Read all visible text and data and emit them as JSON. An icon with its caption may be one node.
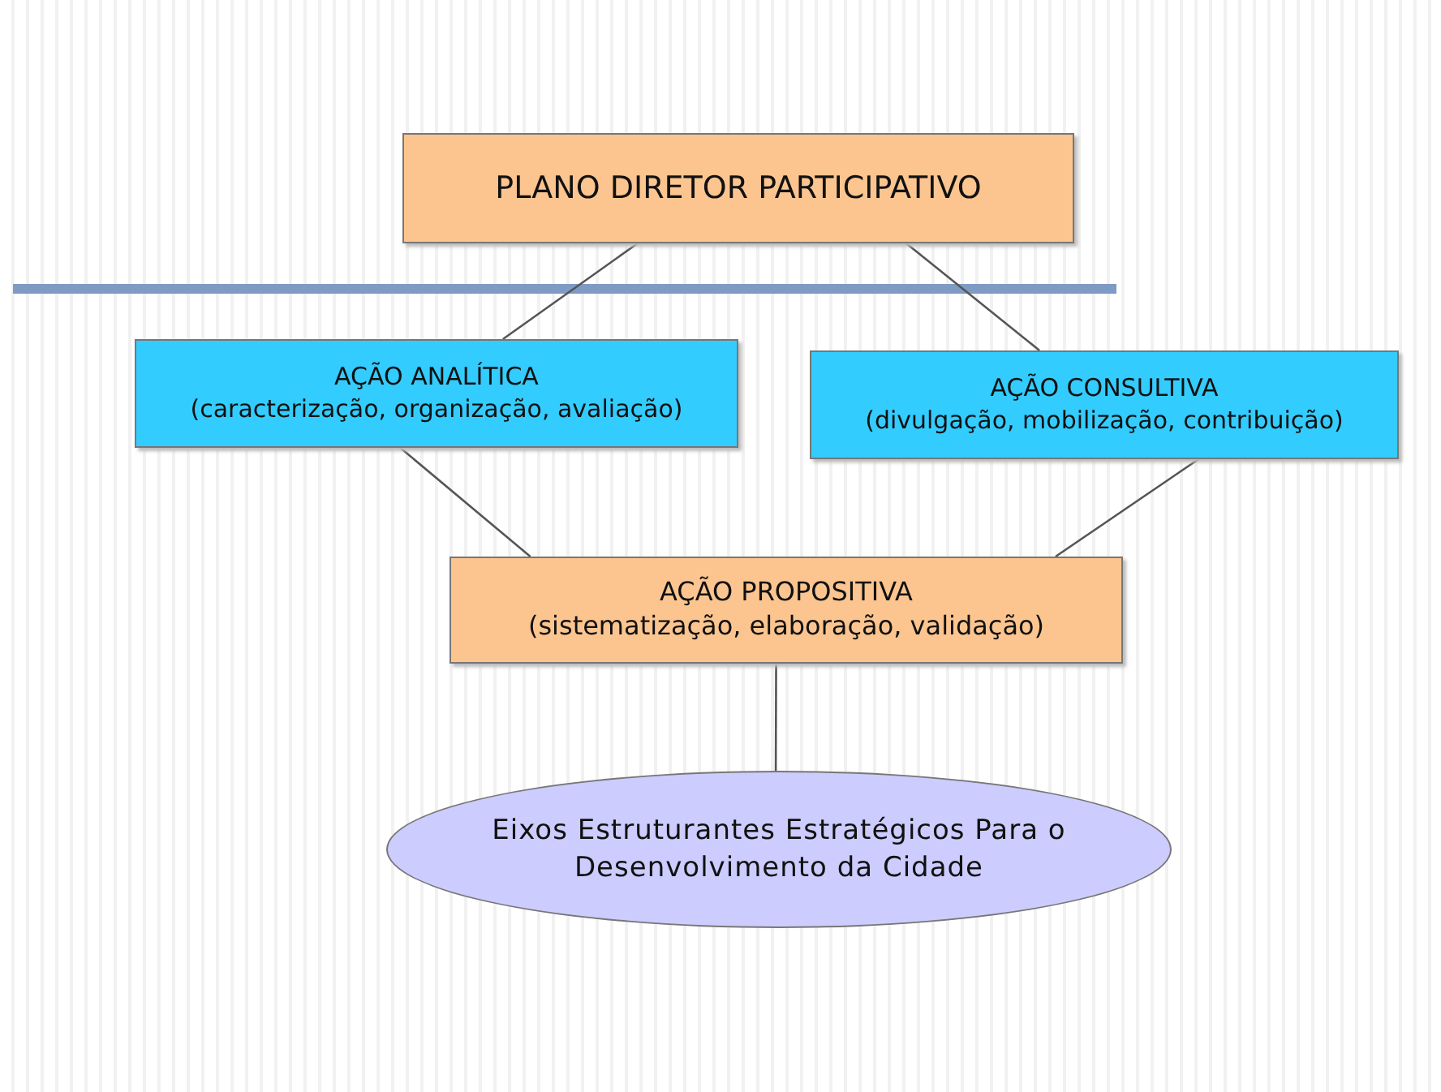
{
  "diagram": {
    "nodes": [
      {
        "text": [
          "PLANO DIRETOR PARTICIPATIVO"
        ]
      },
      {
        "text": [
          "AÇÃO ANALÍTICA",
          "(caracterização, organização, avaliação)"
        ]
      },
      {
        "text": [
          "AÇÃO CONSULTIVA",
          "(divulgação, mobilização, contribuição)"
        ]
      },
      {
        "text": [
          "AÇÃO PROPOSITIVA",
          "(sistematização, elaboração, validação)"
        ]
      },
      {
        "text": [
          "Eixos Estruturantes Estratégicos Para o Desenvolvimento da Cidade"
        ]
      }
    ],
    "edges": [
      {
        "from": 0,
        "to": 1,
        "arrow": "none"
      },
      {
        "from": 0,
        "to": 2,
        "arrow": "none"
      },
      {
        "from": 1,
        "to": 3,
        "arrow": "none"
      },
      {
        "from": 2,
        "to": 3,
        "arrow": "none"
      },
      {
        "from": 3,
        "to": 4,
        "arrow": "none"
      }
    ]
  }
}
